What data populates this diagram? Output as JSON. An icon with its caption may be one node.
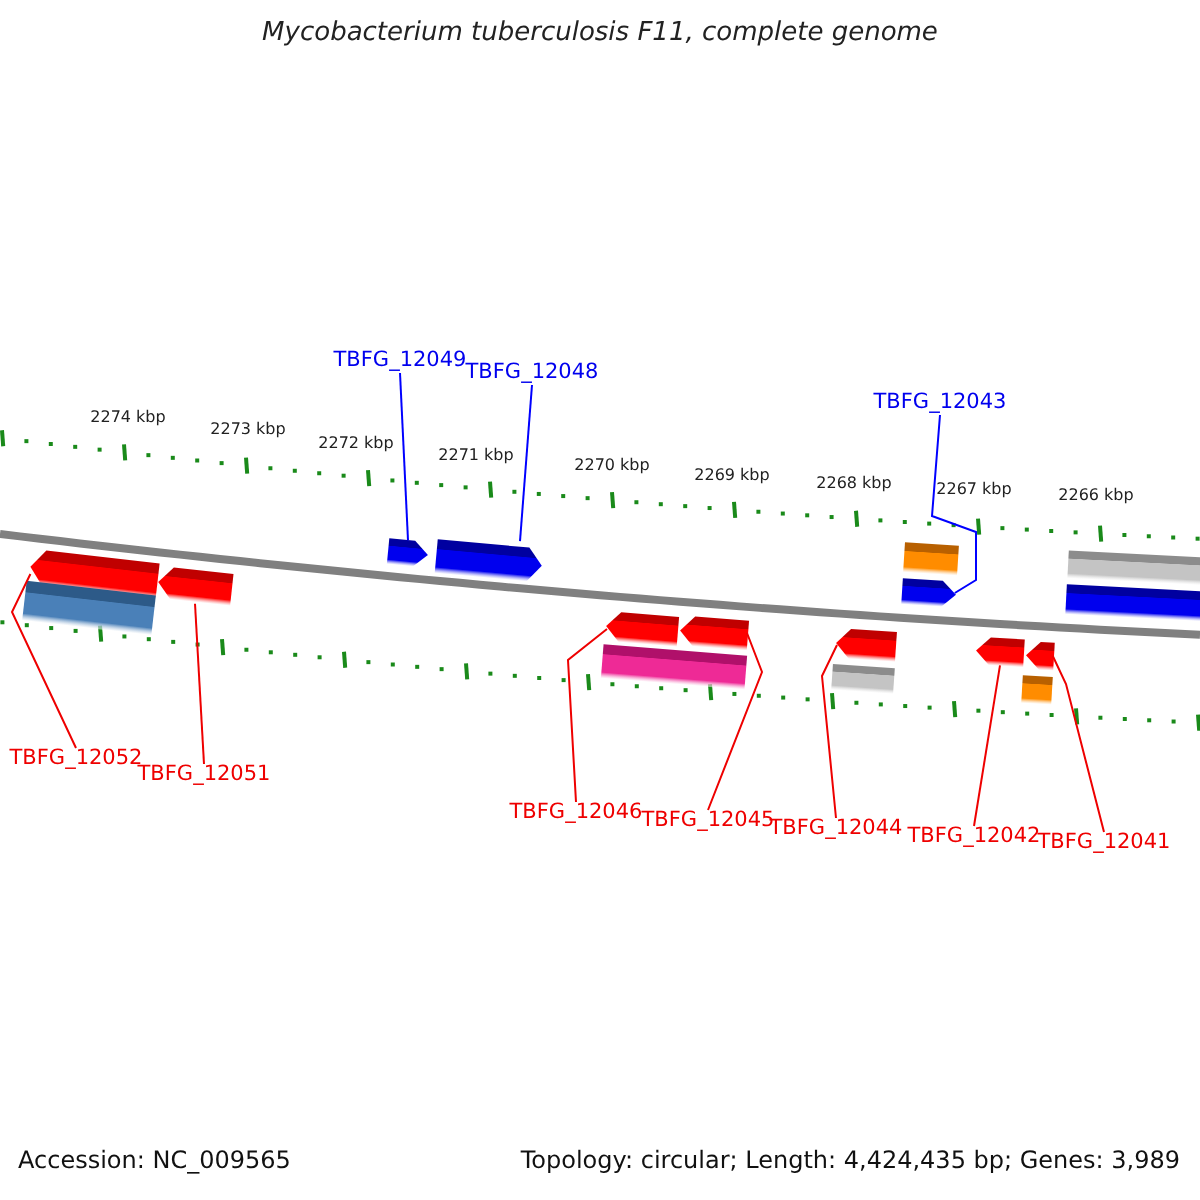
{
  "diagram": {
    "title": "Mycobacterium tuberculosis F11, complete genome",
    "nodes": [
      {
        "text": [
          "TBFG_12049"
        ]
      },
      {
        "text": [
          "TBFG_12048"
        ]
      },
      {
        "text": [
          "TBFG_12043"
        ]
      },
      {
        "text": [
          "TBFG_12052"
        ]
      },
      {
        "text": [
          "TBFG_12051"
        ]
      },
      {
        "text": [
          "TBFG_12046"
        ]
      },
      {
        "text": [
          "TBFG_12045"
        ]
      },
      {
        "text": [
          "TBFG_12044"
        ]
      },
      {
        "text": [
          "TBFG_12042"
        ]
      },
      {
        "text": [
          "TBFG_12041"
        ]
      },
      {
        "text": [],
        "shape": "arrow"
      },
      {
        "text": [],
        "shape": "bar"
      },
      {
        "text": [],
        "shape": "arrow"
      },
      {
        "text": [],
        "shape": "arrow"
      },
      {
        "text": [],
        "shape": "arrow"
      },
      {
        "text": [],
        "shape": "bar"
      },
      {
        "text": [],
        "shape": "arrow"
      },
      {
        "text": [],
        "shape": "arrow"
      },
      {
        "text": [],
        "shape": "bar"
      },
      {
        "text": [],
        "shape": "arrow"
      },
      {
        "text": [],
        "shape": "arrow"
      },
      {
        "text": [],
        "shape": "bar"
      },
      {
        "text": [],
        "shape": "arrow"
      },
      {
        "text": [],
        "shape": "bar"
      },
      {
        "text": [],
        "shape": "arrow"
      },
      {
        "text": [],
        "shape": "bar"
      },
      {
        "text": [],
        "shape": "bar"
      }
    ],
    "edges": [
      {
        "from": 0,
        "to": 13,
        "arrow": "none",
        "color": "#0000ff"
      },
      {
        "from": 1,
        "to": 14,
        "arrow": "none",
        "color": "#0000ff"
      },
      {
        "from": 2,
        "to": 20,
        "arrow": "none",
        "color": "#0000ff"
      },
      {
        "from": 3,
        "to": 10,
        "arrow": "none"
      },
      {
        "from": 4,
        "to": 12,
        "arrow": "none"
      },
      {
        "from": 5,
        "to": 16,
        "arrow": "none"
      },
      {
        "from": 6,
        "to": 17,
        "arrow": "none"
      },
      {
        "from": 7,
        "to": 19,
        "arrow": "none"
      },
      {
        "from": 8,
        "to": 22,
        "arrow": "none"
      },
      {
        "from": 9,
        "to": 24,
        "arrow": "none"
      }
    ],
    "labels": [
      "2274 kbp",
      "2273 kbp",
      "2272 kbp",
      "2271 kbp",
      "2270 kbp",
      "2269 kbp",
      "2268 kbp",
      "2267 kbp",
      "2266 kbp",
      "Accession: NC_009565",
      "Topology: circular; Length: 4,424,435 bp; Genes: 3,989"
    ]
  }
}
